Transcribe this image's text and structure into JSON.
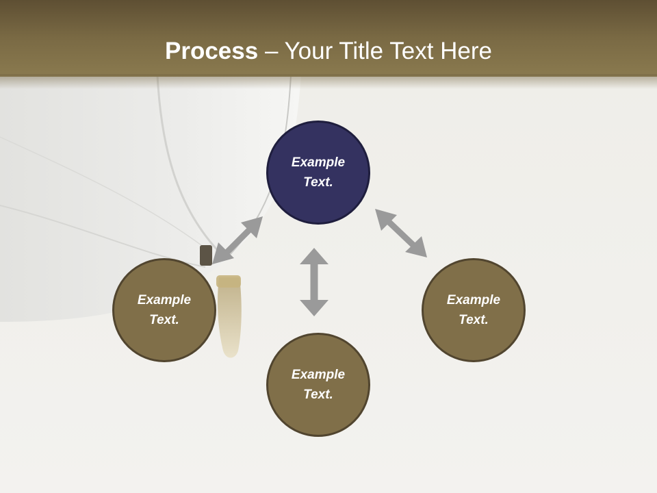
{
  "slide": {
    "title_bold": "Process",
    "title_rest": " – Your Title Text Here"
  },
  "diagram": {
    "nodes": [
      {
        "label": "Example Text."
      },
      {
        "label": "Example Text."
      },
      {
        "label": "Example Text."
      },
      {
        "label": "Example Text."
      }
    ]
  },
  "colors": {
    "header": "#7a6a44",
    "primary_node": "#343260",
    "secondary_node": "#806f49",
    "arrow": "#999999"
  }
}
